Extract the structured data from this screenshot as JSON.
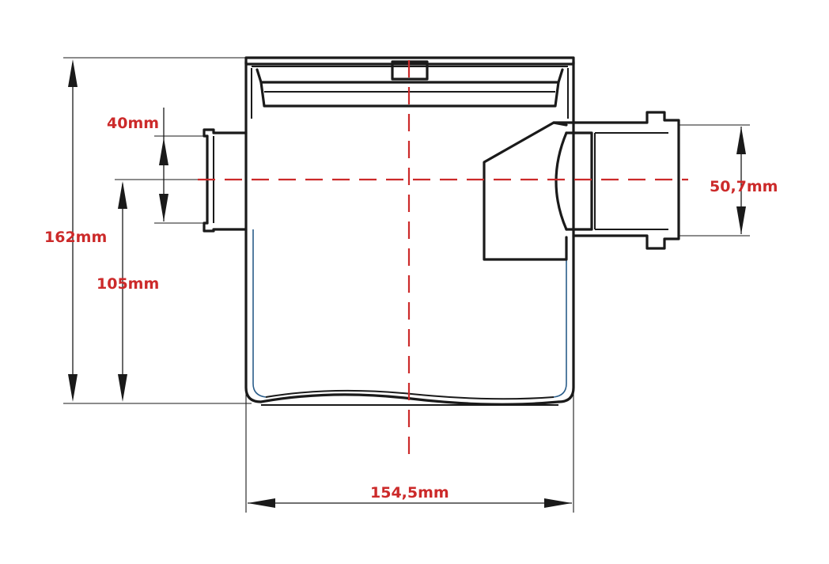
{
  "dimensions": {
    "height_total": "162mm",
    "height_inlet": "105mm",
    "inlet_diameter": "40mm",
    "outlet_diameter": "50,7mm",
    "body_width": "154,5mm"
  },
  "colors": {
    "dimension_text": "#cc2a2a",
    "center_line": "#cc2a2a",
    "outline": "#1a1a1a",
    "inner_wall": "#2a5d8a"
  }
}
